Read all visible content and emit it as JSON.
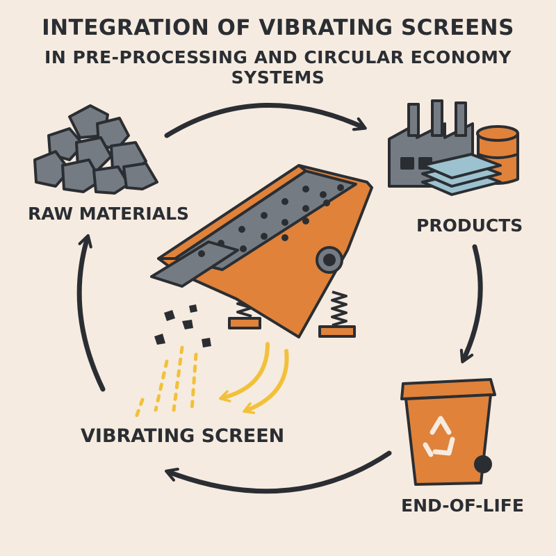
{
  "title": {
    "line1": "INTEGRATION OF VIBRATING SCREENS",
    "line2": "IN PRE-PROCESSING AND CIRCULAR ECONOMY SYSTEMS"
  },
  "nodes": {
    "raw_materials": "RAW MATERIALS",
    "products": "PRODUCTS",
    "end_of_life": "END-OF-LIFE",
    "vibrating_screen": "VIBRATING SCREEN"
  },
  "colors": {
    "background": "#f6ebe0",
    "ink": "#2a2e33",
    "orange": "#e0823a",
    "gray": "#757b82",
    "light_blue": "#9cc2cf",
    "yellow": "#f2c13a"
  },
  "icons": [
    "rock-pile-icon",
    "factory-icon",
    "recycle-bin-icon",
    "vibrating-screen-icon"
  ]
}
